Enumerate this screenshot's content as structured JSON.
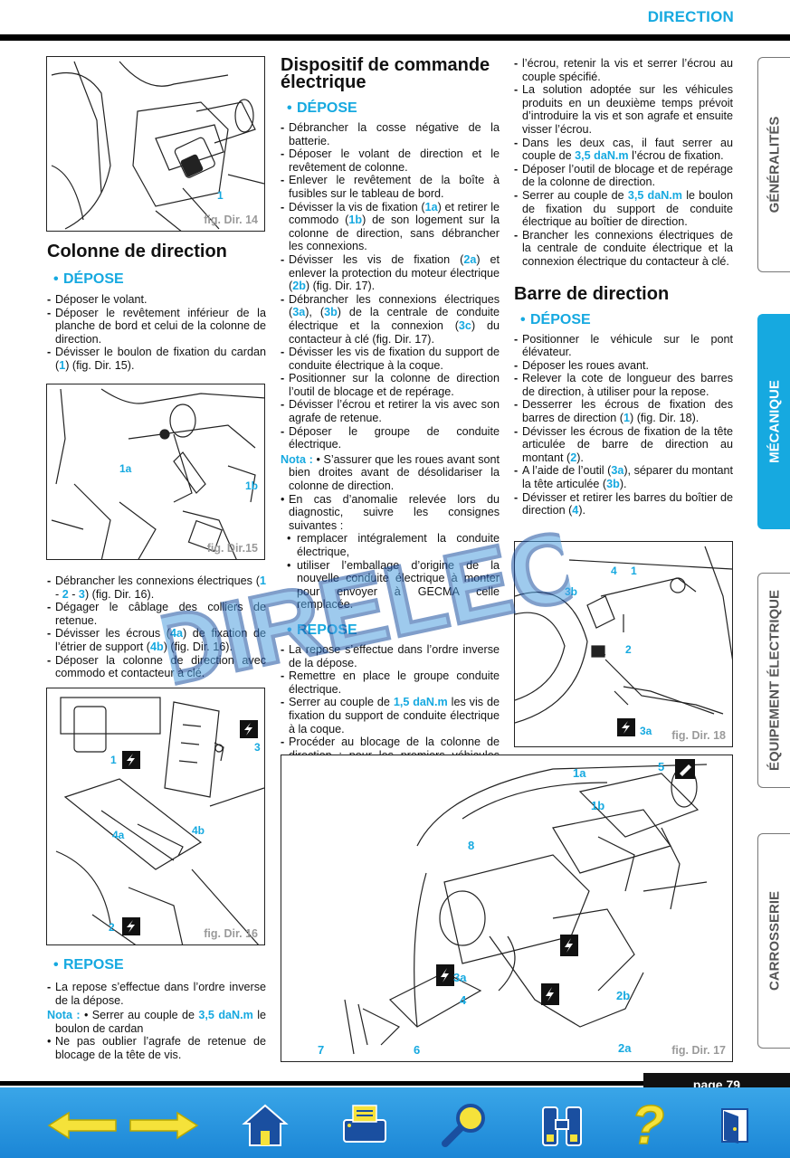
{
  "header": {
    "title": "DIRECTION"
  },
  "left": {
    "fig14_caption": "fig. Dir. 14",
    "fig14_label_1": "1",
    "colonne_title": "Colonne de direction",
    "depose_title": "DÉPOSE",
    "depose_steps": [
      {
        "text": "Déposer le volant."
      },
      {
        "text": "Déposer le revêtement inférieur de la planche de bord et celui de la colonne de direction."
      },
      {
        "pre": "Dévisser le boulon de fixation du cardan (",
        "ref": "1",
        "post": ") (fig. Dir. 15)."
      }
    ],
    "fig15_caption": "fig. Dir.15",
    "fig15_label_1a": "1a",
    "fig15_label_1b": "1b",
    "steps2": [
      {
        "pre": "Débrancher les connexions électriques (",
        "ref1": "1",
        "sep1": " - ",
        "ref2": "2",
        "sep2": " - ",
        "ref3": "3",
        "post": ") (fig. Dir. 16)."
      },
      {
        "text": "Dégager le câblage des colliers de retenue."
      },
      {
        "pre": "Dévisser les écrous (",
        "ref": "4a",
        "mid": ") de fixation de l’étrier de support (",
        "ref2": "4b",
        "post": ") (fig. Dir. 16)."
      },
      {
        "text": "Déposer la colonne de direction avec commodo et contacteur à clé."
      }
    ],
    "fig16_caption": "fig. Dir. 16",
    "fig16_l1": "1",
    "fig16_l2": "2",
    "fig16_l3": "3",
    "fig16_l4a": "4a",
    "fig16_l4b": "4b",
    "repose_title": "REPOSE",
    "repose_steps": [
      "La repose s’effectue dans l’ordre inverse de la dépose."
    ],
    "nota_label": "Nota :",
    "nota_pre": "• Serrer au couple de ",
    "nota_val": "3,5 daN.m",
    "nota_post": " le boulon de cardan",
    "nota_bullet2": "Ne pas oublier l’agrafe de retenue de blocage de la tête de vis."
  },
  "middle": {
    "title": "Dispositif de commande électrique",
    "depose_title": "DÉPOSE",
    "s1": "Débrancher la cosse négative de la batterie.",
    "s2": "Déposer le volant de direction et le revêtement de colonne.",
    "s3": "Enlever le revêtement de la boîte à fusibles sur le tableau de bord.",
    "s4_pre": "Dévisser la vis de fixation (",
    "s4_r1": "1a",
    "s4_mid": ") et retirer le commodo (",
    "s4_r2": "1b",
    "s4_post": ") de son logement sur la colonne de direction, sans débrancher les connexions.",
    "s5_pre": "Dévisser les vis de fixation (",
    "s5_r1": "2a",
    "s5_mid": ") et enlever la protection du moteur électrique (",
    "s5_r2": "2b",
    "s5_post": ") (fig. Dir. 17).",
    "s6_pre": "Débrancher les connexions électriques (",
    "s6_r1": "3a",
    "s6_m1": "), (",
    "s6_r2": "3b",
    "s6_m2": ") de la centrale de conduite électrique et la connexion (",
    "s6_r3": "3c",
    "s6_post": ") du contacteur à clé (fig. Dir. 17).",
    "s7": "Dévisser les vis de fixation du support de conduite électrique à la coque.",
    "s8": "Positionner sur la colonne de direction l’outil de blocage et de repérage.",
    "s9": "Dévisser l’écrou et retirer la vis avec son agrafe de retenue.",
    "s10": "Déposer le groupe de conduite électrique.",
    "nota_label": "Nota :",
    "nota_text": "• S’assurer que les roues avant sont bien droites avant de désolidariser la colonne de direction.",
    "anomalie": "En cas d’anomalie relevée lors du diagnostic, suivre les consignes suivantes :",
    "sub1": "remplacer intégralement la conduite électrique,",
    "sub2": "utiliser l’emballage d’origine de la nouvelle conduite électrique à monter pour envoyer à GECMA celle remplacée.",
    "repose_title": "REPOSE",
    "r1": "La repose s’effectue dans l’ordre inverse de la dépose.",
    "r2": "Remettre en place le groupe conduite électrique.",
    "r3_pre": "Serrer au couple de ",
    "r3_val": "1,5 daN.m",
    "r3_post": " les vis de fixation du support de conduite électrique à la coque.",
    "r4": "Procéder au blocage de la colonne de direction ; pour les premiers véhicules produits, il faudra introduire la vis et"
  },
  "right": {
    "c0": "l’écrou, retenir la vis et serrer l’écrou au couple spécifié.",
    "c1": "La solution adoptée sur les véhicules produits en un deuxième temps prévoit d’introduire la vis et son agrafe et ensuite visser l’écrou.",
    "c2_pre": "Dans les deux cas, il faut serrer au couple de ",
    "c2_val": "3,5 daN.m",
    "c2_post": " l’écrou de fixation.",
    "c3": "Déposer l’outil de blocage et de repérage de la colonne de direction.",
    "c4_pre": "Serrer au couple de ",
    "c4_val": "3,5 daN.m",
    "c4_post": " le boulon de fixation du support de conduite électrique au boîtier de direction.",
    "c5": "Brancher les connexions électriques de la centrale de conduite électrique et la connexion électrique du contacteur à clé.",
    "barre_title": "Barre de direction",
    "depose_title": "DÉPOSE",
    "b1": "Positionner le véhicule sur le pont élévateur.",
    "b2": "Déposer les roues avant.",
    "b3": "Relever la cote de longueur des barres de direction, à utiliser pour la repose.",
    "b4_pre": "Desserrer les écrous de fixation des barres de direction (",
    "b4_r": "1",
    "b4_post": ") (fig. Dir. 18).",
    "b5_pre": "Dévisser les écrous de fixation de la tête articulée de barre de direction au montant (",
    "b5_r": "2",
    "b5_post": ").",
    "b6_pre": "A l’aide de l’outil (",
    "b6_r1": "3a",
    "b6_mid": "), séparer du montant la tête articulée (",
    "b6_r2": "3b",
    "b6_post": ").",
    "b7_pre": "Dévisser et retirer les barres du boîtier de direction (",
    "b7_r": "4",
    "b7_post": ").",
    "fig18_caption": "fig. Dir. 18",
    "fig18_l4": "4",
    "fig18_l1": "1",
    "fig18_l3b": "3b",
    "fig18_l2": "2",
    "fig18_l3a": "3a"
  },
  "fig17": {
    "caption": "fig. Dir. 17",
    "l1a": "1a",
    "l1b": "1b",
    "l5": "5",
    "l8": "8",
    "l3a": "3a",
    "l4": "4",
    "l2b": "2b",
    "l7": "7",
    "l6": "6",
    "l2a": "2a"
  },
  "tabs": [
    "GÉNÉRALITÉS",
    "MÉCANIQUE",
    "ÉQUIPEMENT ÉLECTRIQUE",
    "CARROSSERIE"
  ],
  "footer": {
    "page": "page 79"
  },
  "watermark": {
    "text": "DIRELEC"
  },
  "colors": {
    "accent": "#16a9e0",
    "nav_bg": "#2a97e0",
    "arrow_yellow": "#f5e23a"
  }
}
